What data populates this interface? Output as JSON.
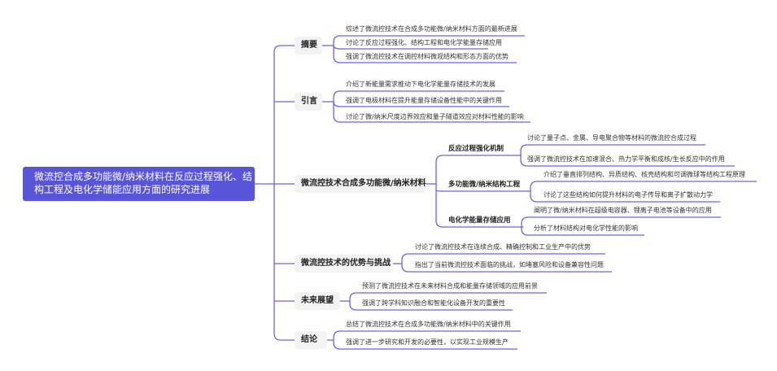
{
  "mindmap": {
    "root": "微流控合成多功能微/纳米材料在反应过程强化、结构工程及电化学储能应用方面的研究进展",
    "branches": [
      {
        "label": "摘要",
        "leaves": [
          "综述了微流控技术在合成多功能微/纳米材料方面的最新进展",
          "讨论了反应过程强化、结构工程和电化学能量存储应用",
          "强调了微流控技术在调控材料微观结构和形态方面的优势"
        ]
      },
      {
        "label": "引言",
        "leaves": [
          "介绍了新能量需求推动下电化学能量存储技术的发展",
          "强调了电极材料在提升能量存储设备性能中的关键作用",
          "讨论了微/纳米尺度边界效应和量子隧道效应对材料性能的影响"
        ]
      },
      {
        "label": "微流控技术合成多功能微/纳米材料",
        "children": [
          {
            "label": "反应过程强化机制",
            "leaves": [
              "讨论了量子点、金属、导电聚合物等材料的微流控合成过程",
              "强调了微流控技术在加速混合、热力学平衡和成核/生长反应中的作用"
            ]
          },
          {
            "label": "多功能微/纳米结构工程",
            "leaves": [
              "介绍了垂直排列结构、异质结构、核壳结构和可调微球等结构工程原理",
              "讨论了这些结构如何提升材料的电子传导和离子扩散动力学"
            ]
          },
          {
            "label": "电化学能量存储应用",
            "leaves": [
              "阐明了微/纳米材料在超级电容器、锂离子电池等设备中的应用",
              "分析了材料结构对电化学性能的影响"
            ]
          }
        ]
      },
      {
        "label": "微流控技术的优势与挑战",
        "leaves": [
          "讨论了微流控技术在连续合成、精确控制和工业生产中的优势",
          "指出了当前微流控技术面临的挑战，如堵塞风险和设备兼容性问题"
        ]
      },
      {
        "label": "未来展望",
        "leaves": [
          "预测了微流控技术在未来材料合成和能量存储领域的应用前景",
          "强调了跨学科知识融合和智能化设备开发的重要性"
        ]
      },
      {
        "label": "结论",
        "leaves": [
          "总结了微流控技术在合成多功能微/纳米材料中的关键作用",
          "强调了进一步研究和开发的必要性，以实现工业规模生产"
        ]
      }
    ]
  },
  "colors": {
    "root_bg": "#5955d8",
    "connector": "#6a66e0",
    "node_bg": "#f3f3f4"
  }
}
